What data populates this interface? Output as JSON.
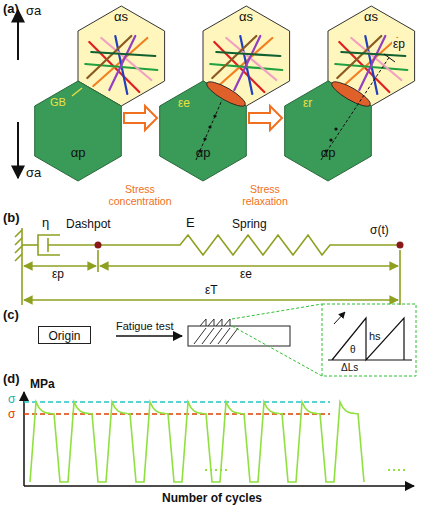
{
  "diagram": {
    "nodes": [
      {
        "text": [
          "Origin"
        ]
      }
    ],
    "labels": [
      "(a)",
      "σa",
      "σa",
      "αs",
      "αs",
      "αs",
      "αp",
      "αp",
      "αp",
      "GB",
      "εe",
      "εr",
      "εp",
      "Stress concentration",
      "Stress relaxation",
      "(b)",
      "η",
      "Dashpot",
      "E",
      "Spring",
      "σ(t)",
      "εp",
      "εe",
      "εT",
      "(c)",
      "Fatigue test",
      "hs",
      "ΔLs",
      "θ",
      "(d)",
      "MPa",
      "σ",
      "σ",
      "Number of cycles"
    ]
  }
}
